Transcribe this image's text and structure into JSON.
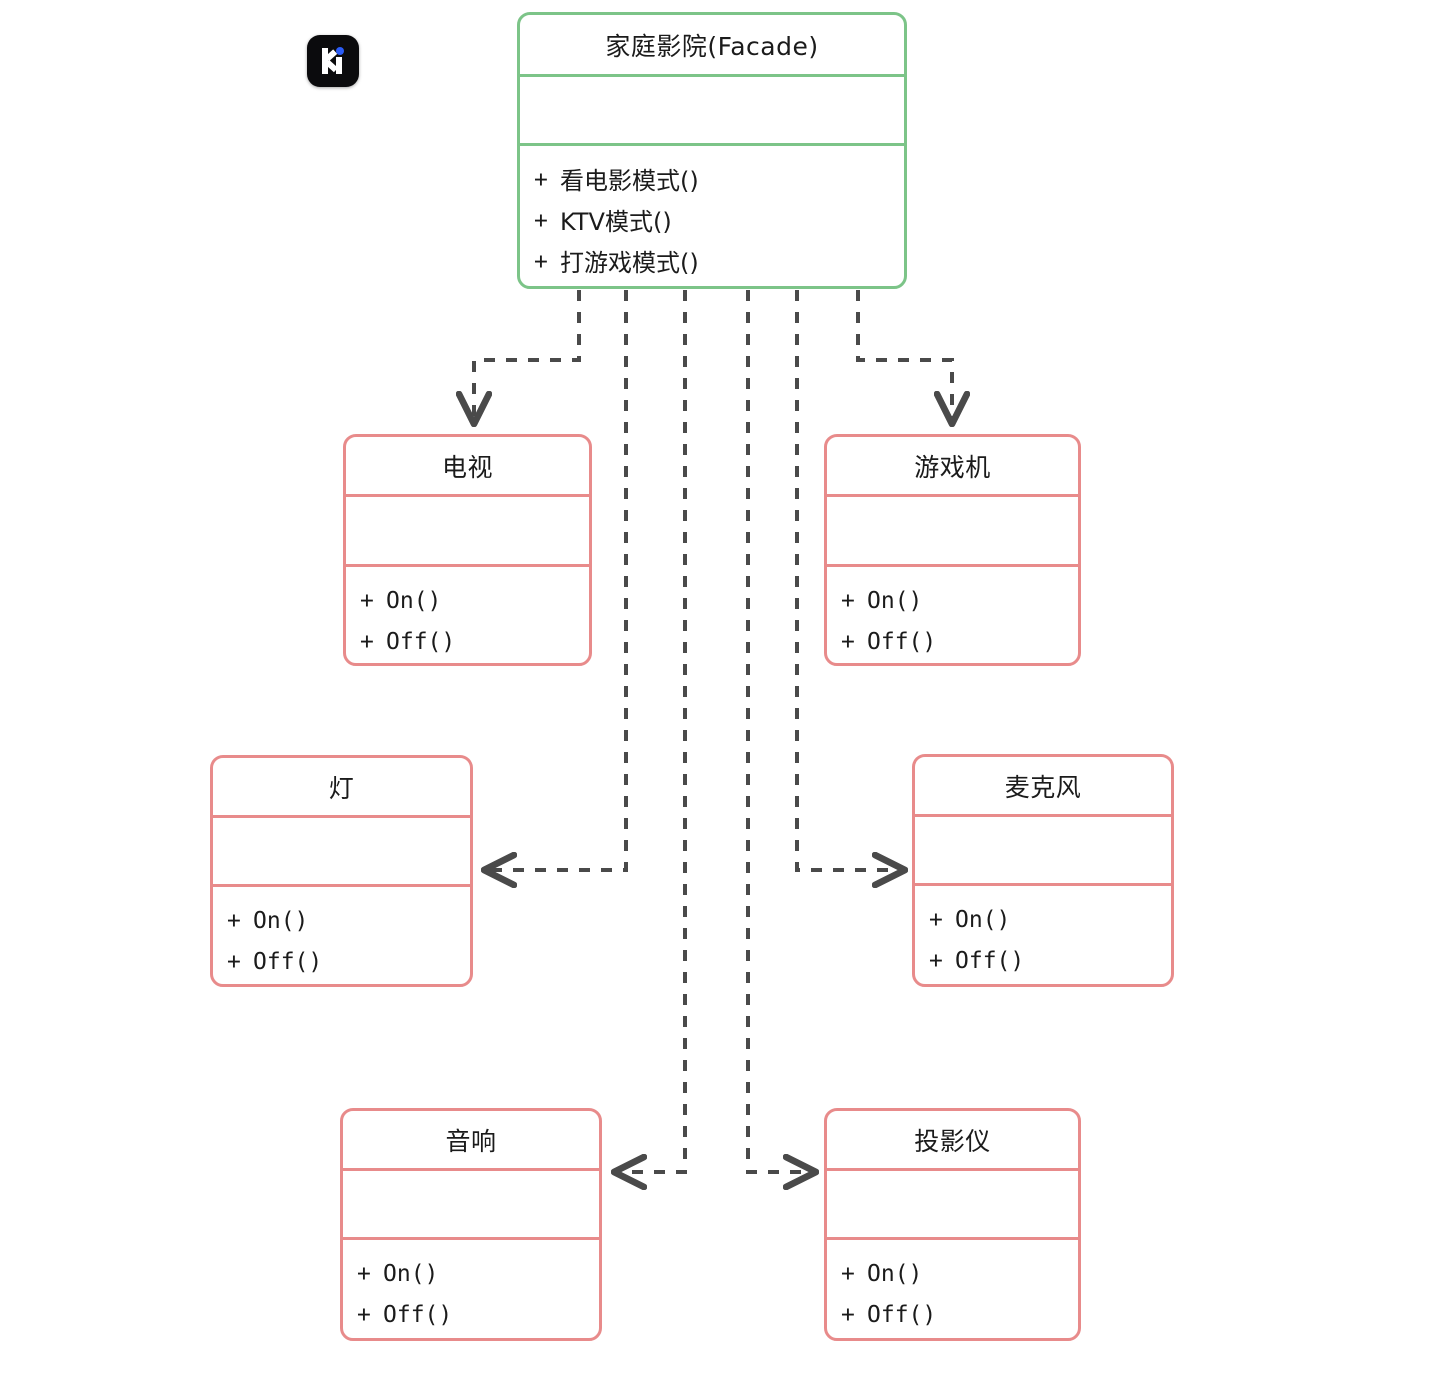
{
  "diagram": {
    "title_hint": "家庭影院 Facade 设计模式 UML 类图",
    "colors": {
      "facade_border": "#7cc488",
      "component_border": "#e88b8b",
      "connector": "#4a4a4a",
      "background": "#ffffff",
      "text": "#1b1b1b",
      "logo_bg": "#0b0b0d",
      "logo_dot": "#2b5cf6"
    },
    "relationship": "dependency"
  },
  "logo": {
    "name": "app-logo",
    "letter": "K"
  },
  "classes": {
    "facade": {
      "name": "家庭影院(Facade)",
      "attributes": [],
      "methods": [
        {
          "visibility": "+",
          "signature": "看电影模式()"
        },
        {
          "visibility": "+",
          "signature": "KTV模式()"
        },
        {
          "visibility": "+",
          "signature": "打游戏模式()"
        }
      ]
    },
    "tv": {
      "name": "电视",
      "attributes": [],
      "methods": [
        {
          "visibility": "+",
          "signature": "On()"
        },
        {
          "visibility": "+",
          "signature": "Off()"
        }
      ]
    },
    "console": {
      "name": "游戏机",
      "attributes": [],
      "methods": [
        {
          "visibility": "+",
          "signature": "On()"
        },
        {
          "visibility": "+",
          "signature": "Off()"
        }
      ]
    },
    "light": {
      "name": "灯",
      "attributes": [],
      "methods": [
        {
          "visibility": "+",
          "signature": "On()"
        },
        {
          "visibility": "+",
          "signature": "Off()"
        }
      ]
    },
    "microphone": {
      "name": "麦克风",
      "attributes": [],
      "methods": [
        {
          "visibility": "+",
          "signature": "On()"
        },
        {
          "visibility": "+",
          "signature": "Off()"
        }
      ]
    },
    "speaker": {
      "name": "音响",
      "attributes": [],
      "methods": [
        {
          "visibility": "+",
          "signature": "On()"
        },
        {
          "visibility": "+",
          "signature": "Off()"
        }
      ]
    },
    "projector": {
      "name": "投影仪",
      "attributes": [],
      "methods": [
        {
          "visibility": "+",
          "signature": "On()"
        },
        {
          "visibility": "+",
          "signature": "Off()"
        }
      ]
    }
  },
  "edges": [
    {
      "from": "facade",
      "to": "tv",
      "style": "dashed",
      "arrow": "open"
    },
    {
      "from": "facade",
      "to": "light",
      "style": "dashed",
      "arrow": "open"
    },
    {
      "from": "facade",
      "to": "speaker",
      "style": "dashed",
      "arrow": "open"
    },
    {
      "from": "facade",
      "to": "projector",
      "style": "dashed",
      "arrow": "open"
    },
    {
      "from": "facade",
      "to": "microphone",
      "style": "dashed",
      "arrow": "open"
    },
    {
      "from": "facade",
      "to": "console",
      "style": "dashed",
      "arrow": "open"
    }
  ]
}
